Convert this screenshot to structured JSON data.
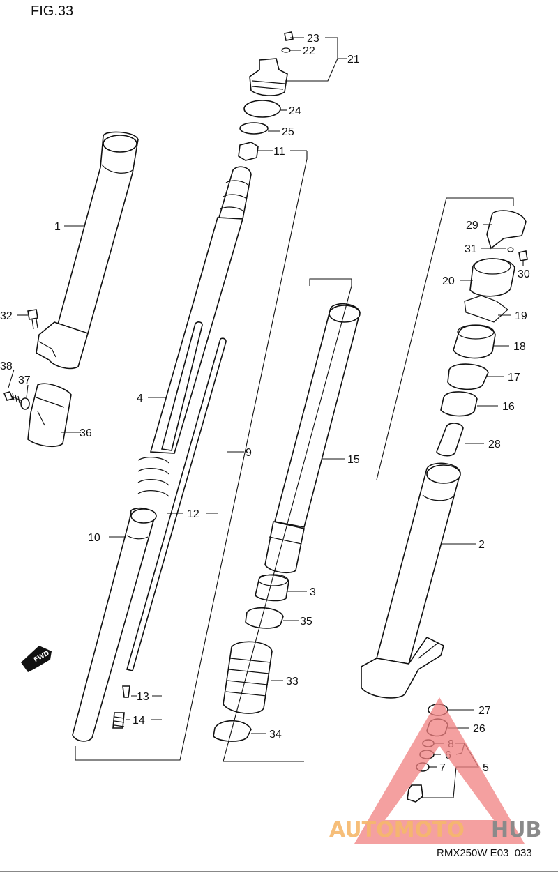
{
  "figure": {
    "title": "FIG.33",
    "code": "RMX250W E03_033"
  },
  "parts": [
    {
      "number": "1"
    },
    {
      "number": "2"
    },
    {
      "number": "3"
    },
    {
      "number": "4"
    },
    {
      "number": "5"
    },
    {
      "number": "6"
    },
    {
      "number": "7"
    },
    {
      "number": "8"
    },
    {
      "number": "9"
    },
    {
      "number": "10"
    },
    {
      "number": "11"
    },
    {
      "number": "12"
    },
    {
      "number": "13"
    },
    {
      "number": "14"
    },
    {
      "number": "15"
    },
    {
      "number": "16"
    },
    {
      "number": "17"
    },
    {
      "number": "18"
    },
    {
      "number": "19"
    },
    {
      "number": "20"
    },
    {
      "number": "21"
    },
    {
      "number": "22"
    },
    {
      "number": "23"
    },
    {
      "number": "24"
    },
    {
      "number": "25"
    },
    {
      "number": "26"
    },
    {
      "number": "27"
    },
    {
      "number": "28"
    },
    {
      "number": "29"
    },
    {
      "number": "30"
    },
    {
      "number": "31"
    },
    {
      "number": "32"
    },
    {
      "number": "33"
    },
    {
      "number": "34"
    },
    {
      "number": "35"
    },
    {
      "number": "36"
    },
    {
      "number": "37"
    },
    {
      "number": "38"
    }
  ],
  "direction_badge": "FWD",
  "watermark": {
    "text_left": "AUTOMOTO",
    "text_right": "HUB",
    "colors": {
      "triangle": "#f08080",
      "text_left": "#f5b76a",
      "text_right": "#8a8a8a"
    }
  }
}
